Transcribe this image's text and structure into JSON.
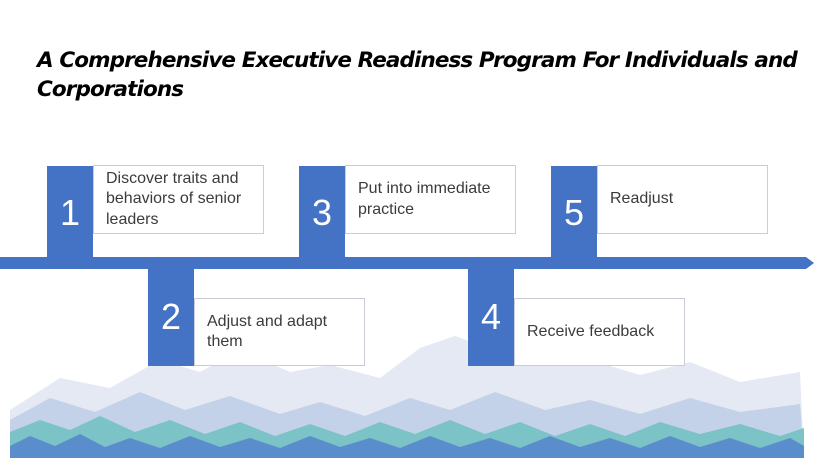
{
  "title": "A Comprehensive Executive Readiness Program For Individuals and Corporations",
  "colors": {
    "accent": "#4472c4",
    "text": "#3b3b3b",
    "mountain_far": "#dde4f0",
    "mountain_mid": "#b9cae3",
    "mountain_teal": "#6fbfc4",
    "mountain_blue": "#5b8fcf"
  },
  "steps": [
    {
      "number": "1",
      "label": "Discover traits and behaviors of senior leaders"
    },
    {
      "number": "2",
      "label": "Adjust and adapt them"
    },
    {
      "number": "3",
      "label": "Put into immediate practice"
    },
    {
      "number": "4",
      "label": "Receive feedback"
    },
    {
      "number": "5",
      "label": "Readjust"
    }
  ]
}
